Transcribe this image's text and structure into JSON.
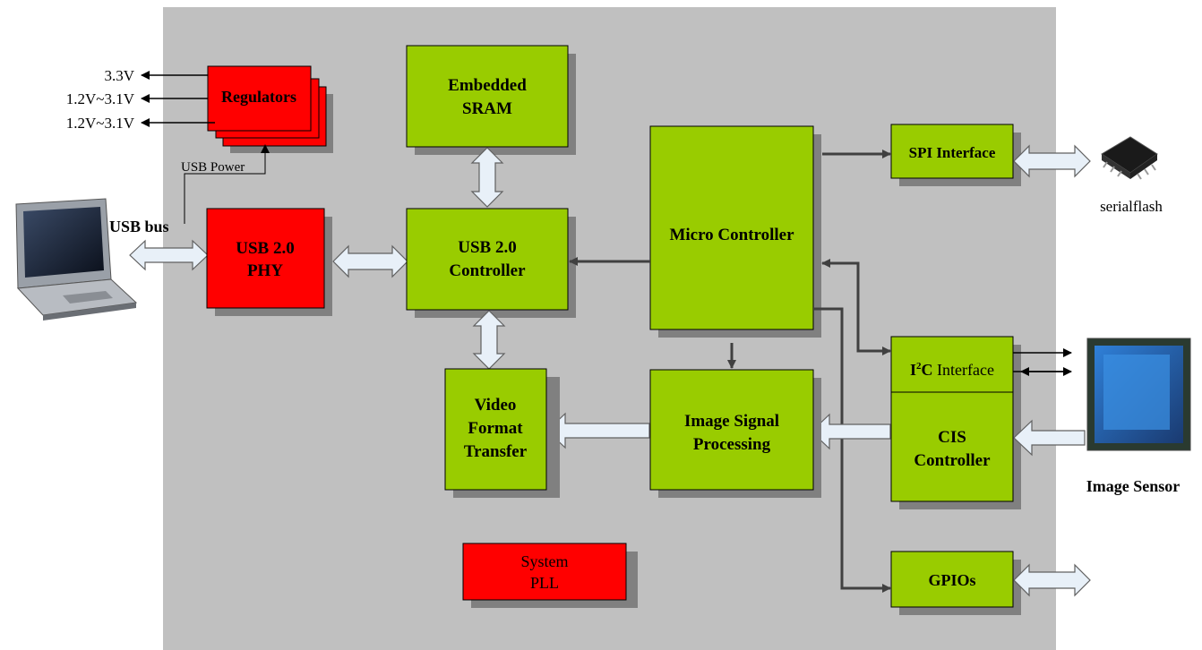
{
  "blocks": {
    "regulators": "Regulators",
    "embedded_sram": [
      "Embedded",
      "SRAM"
    ],
    "usb_phy": [
      "USB 2.0",
      "PHY"
    ],
    "usb_controller": [
      "USB 2.0",
      "Controller"
    ],
    "micro_controller": "Micro Controller",
    "spi_interface": "SPI Interface",
    "i2c_interface": {
      "prefix": "I",
      "superscript": "2",
      "bold_suffix": "C",
      "suffix": " Interface"
    },
    "cis_controller": [
      "CIS",
      "Controller"
    ],
    "image_signal_processing": [
      "Image Signal",
      "Processing"
    ],
    "video_format_transfer": [
      "Video",
      "Format",
      "Transfer"
    ],
    "system_pll": [
      "System",
      "PLL"
    ],
    "gpios": "GPIOs"
  },
  "voltages": [
    "3.3V",
    "1.2V~3.1V",
    "1.2V~3.1V"
  ],
  "usb_power": "USB Power",
  "usb_bus": "USB bus",
  "serialflash": "serialflash",
  "image_sensor": "Image Sensor",
  "colors": {
    "board": "#c0c0c0",
    "green_block": "#99cc00",
    "red_block": "#ff0000",
    "shadow": "#808080",
    "arrow": "#404040",
    "double_arrow_fill": "#e8f0f8"
  }
}
